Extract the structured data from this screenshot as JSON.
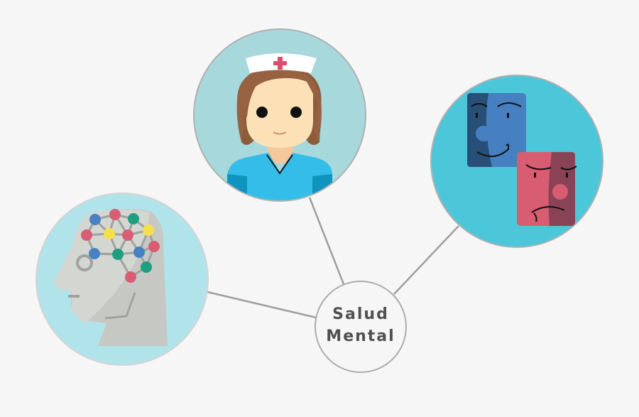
{
  "diagram": {
    "center": {
      "line1": "Salud",
      "line2": "Mental"
    },
    "nodes": [
      {
        "name": "nurse",
        "bg": "#a7d8dc"
      },
      {
        "name": "emotions-faces",
        "bg": "#4bc7d9"
      },
      {
        "name": "brain-network-head",
        "bg": "#b1e3ea"
      }
    ],
    "colors": {
      "background": "#f6f6f6",
      "connector": "#9e9e9e",
      "text": "#505050"
    }
  }
}
